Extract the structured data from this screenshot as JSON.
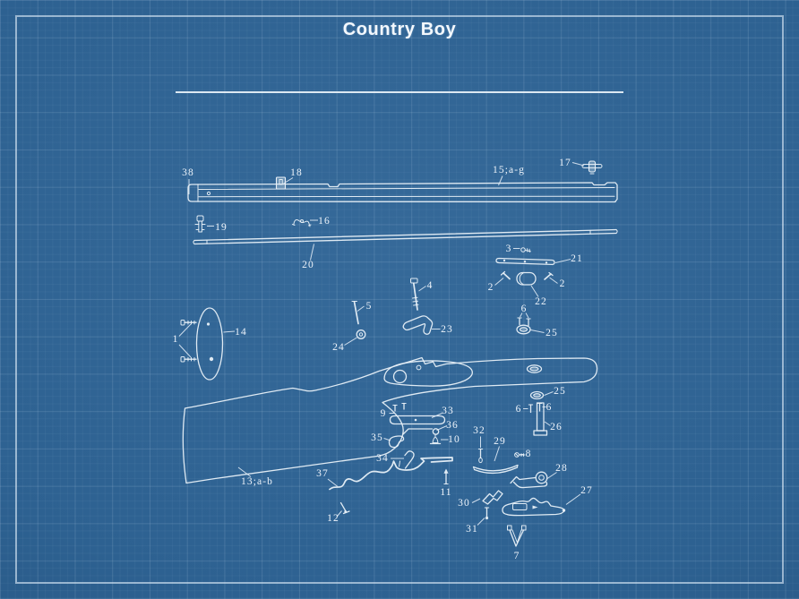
{
  "title": "Country Boy",
  "colors": {
    "background": "#2d6191",
    "ink": "#e9f1f8",
    "frame": "#e1eefa"
  },
  "diagram": {
    "description": "Exploded parts blueprint of the Country Boy muzzleloader rifle",
    "labels": [
      {
        "part": "barrel-front",
        "text": "38"
      },
      {
        "part": "rear-sight",
        "text": "18"
      },
      {
        "part": "nipple",
        "text": "17"
      },
      {
        "part": "barrel-assembly",
        "text": "15;a-g"
      },
      {
        "part": "front-thimble-screw",
        "text": "19"
      },
      {
        "part": "front-sight",
        "text": "16"
      },
      {
        "part": "ramrod",
        "text": "20"
      },
      {
        "part": "tang-screw-small",
        "text": "3"
      },
      {
        "part": "tang-plate",
        "text": "21"
      },
      {
        "part": "plate-screw-left",
        "text": "2"
      },
      {
        "part": "plate-screw-right",
        "text": "2"
      },
      {
        "part": "spacer-block",
        "text": "22"
      },
      {
        "part": "escutcheon-screws-top",
        "text": "6"
      },
      {
        "part": "escutcheon-top",
        "text": "25"
      },
      {
        "part": "buttplate-screws",
        "text": "1"
      },
      {
        "part": "buttplate",
        "text": "14"
      },
      {
        "part": "pin-5",
        "text": "5"
      },
      {
        "part": "washer",
        "text": "24"
      },
      {
        "part": "long-screw",
        "text": "4"
      },
      {
        "part": "nose-cap",
        "text": "23"
      },
      {
        "part": "escutcheon-wrist",
        "text": "25"
      },
      {
        "part": "escutcheon-screw-left",
        "text": "6"
      },
      {
        "part": "escutcheon-screw-right",
        "text": "6"
      },
      {
        "part": "barrel-wedge",
        "text": "26"
      },
      {
        "part": "pipe-pins",
        "text": "9"
      },
      {
        "part": "ramrod-pipe",
        "text": "33"
      },
      {
        "part": "trigger-plate",
        "text": "36"
      },
      {
        "part": "trigger-spring-hook",
        "text": "35"
      },
      {
        "part": "rivet",
        "text": "10"
      },
      {
        "part": "pin-32",
        "text": "32"
      },
      {
        "part": "sear-spring",
        "text": "29"
      },
      {
        "part": "sear-screw",
        "text": "8"
      },
      {
        "part": "trigger",
        "text": "34"
      },
      {
        "part": "tumbler",
        "text": "28"
      },
      {
        "part": "stock",
        "text": "13;a-b"
      },
      {
        "part": "trigger-guard-wire",
        "text": "37"
      },
      {
        "part": "pin-11",
        "text": "11"
      },
      {
        "part": "hammer-bracket",
        "text": "30"
      },
      {
        "part": "pin-12",
        "text": "12"
      },
      {
        "part": "pin-31",
        "text": "31"
      },
      {
        "part": "lock-plate",
        "text": "27"
      },
      {
        "part": "mainspring",
        "text": "7"
      }
    ]
  }
}
